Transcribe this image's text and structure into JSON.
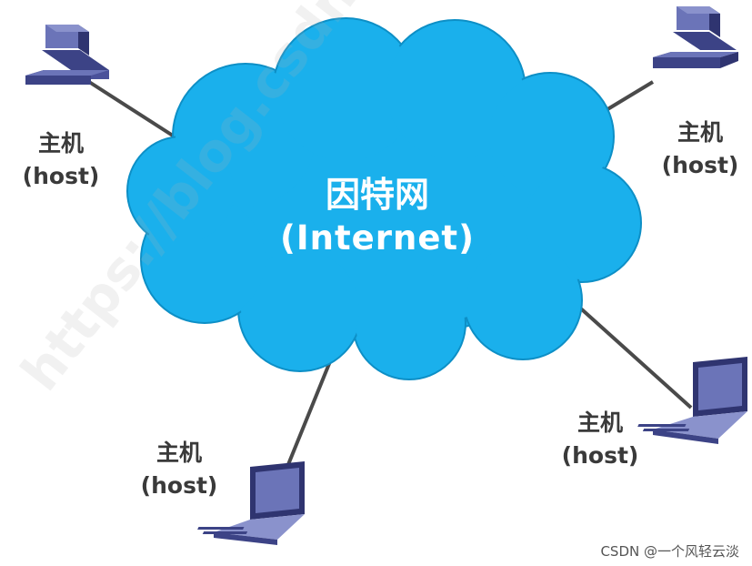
{
  "cloud": {
    "title": "因特网",
    "subtitle": "(Internet)",
    "color": "#1ab0ec"
  },
  "hosts": [
    {
      "name": "主机",
      "sub": "(host)",
      "device": "desktop-icon"
    },
    {
      "name": "主机",
      "sub": "(host)",
      "device": "desktop-icon"
    },
    {
      "name": "主机",
      "sub": "(host)",
      "device": "laptop-icon"
    },
    {
      "name": "主机",
      "sub": "(host)",
      "device": "laptop-icon"
    }
  ],
  "watermark": {
    "url": "https://blog.csdn.net",
    "credit": "CSDN @一个风轻云淡"
  },
  "colors": {
    "link": "#4a4a4a",
    "device": "#5a63a8",
    "device_dark": "#2f3470",
    "text": "#3a3a3a"
  }
}
